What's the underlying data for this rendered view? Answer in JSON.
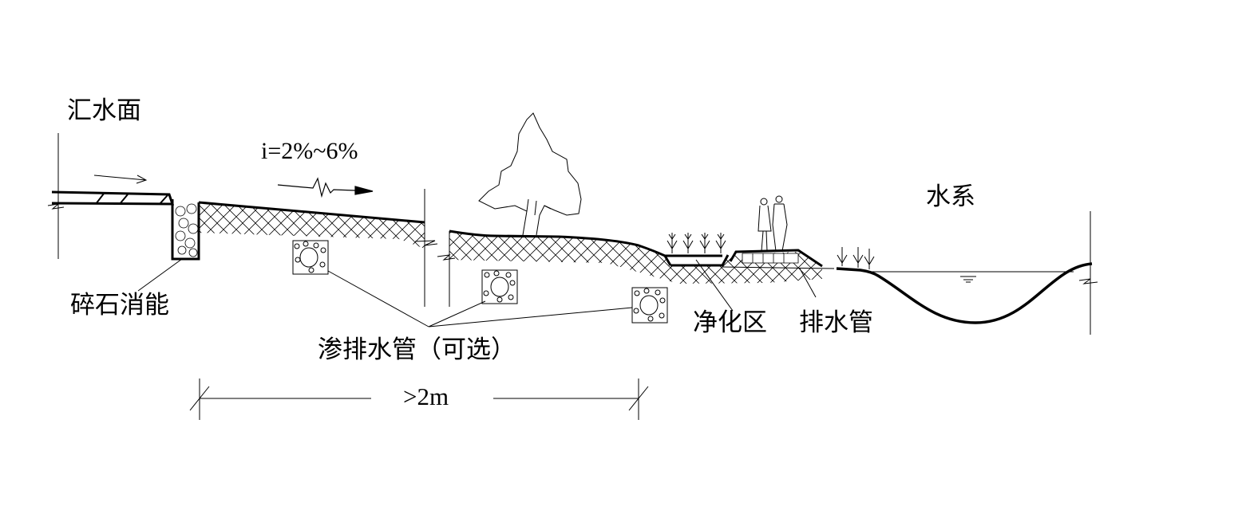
{
  "labels": {
    "catchment": "汇水面",
    "slope": "i=2%~6%",
    "water_system": "水系",
    "gravel_energy": "碎石消能",
    "seepage_pipe": "渗排水管（可选）",
    "purification": "净化区",
    "drain_pipe": "排水管",
    "dimension": ">2m"
  },
  "colors": {
    "line": "#000000",
    "background": "#ffffff"
  }
}
